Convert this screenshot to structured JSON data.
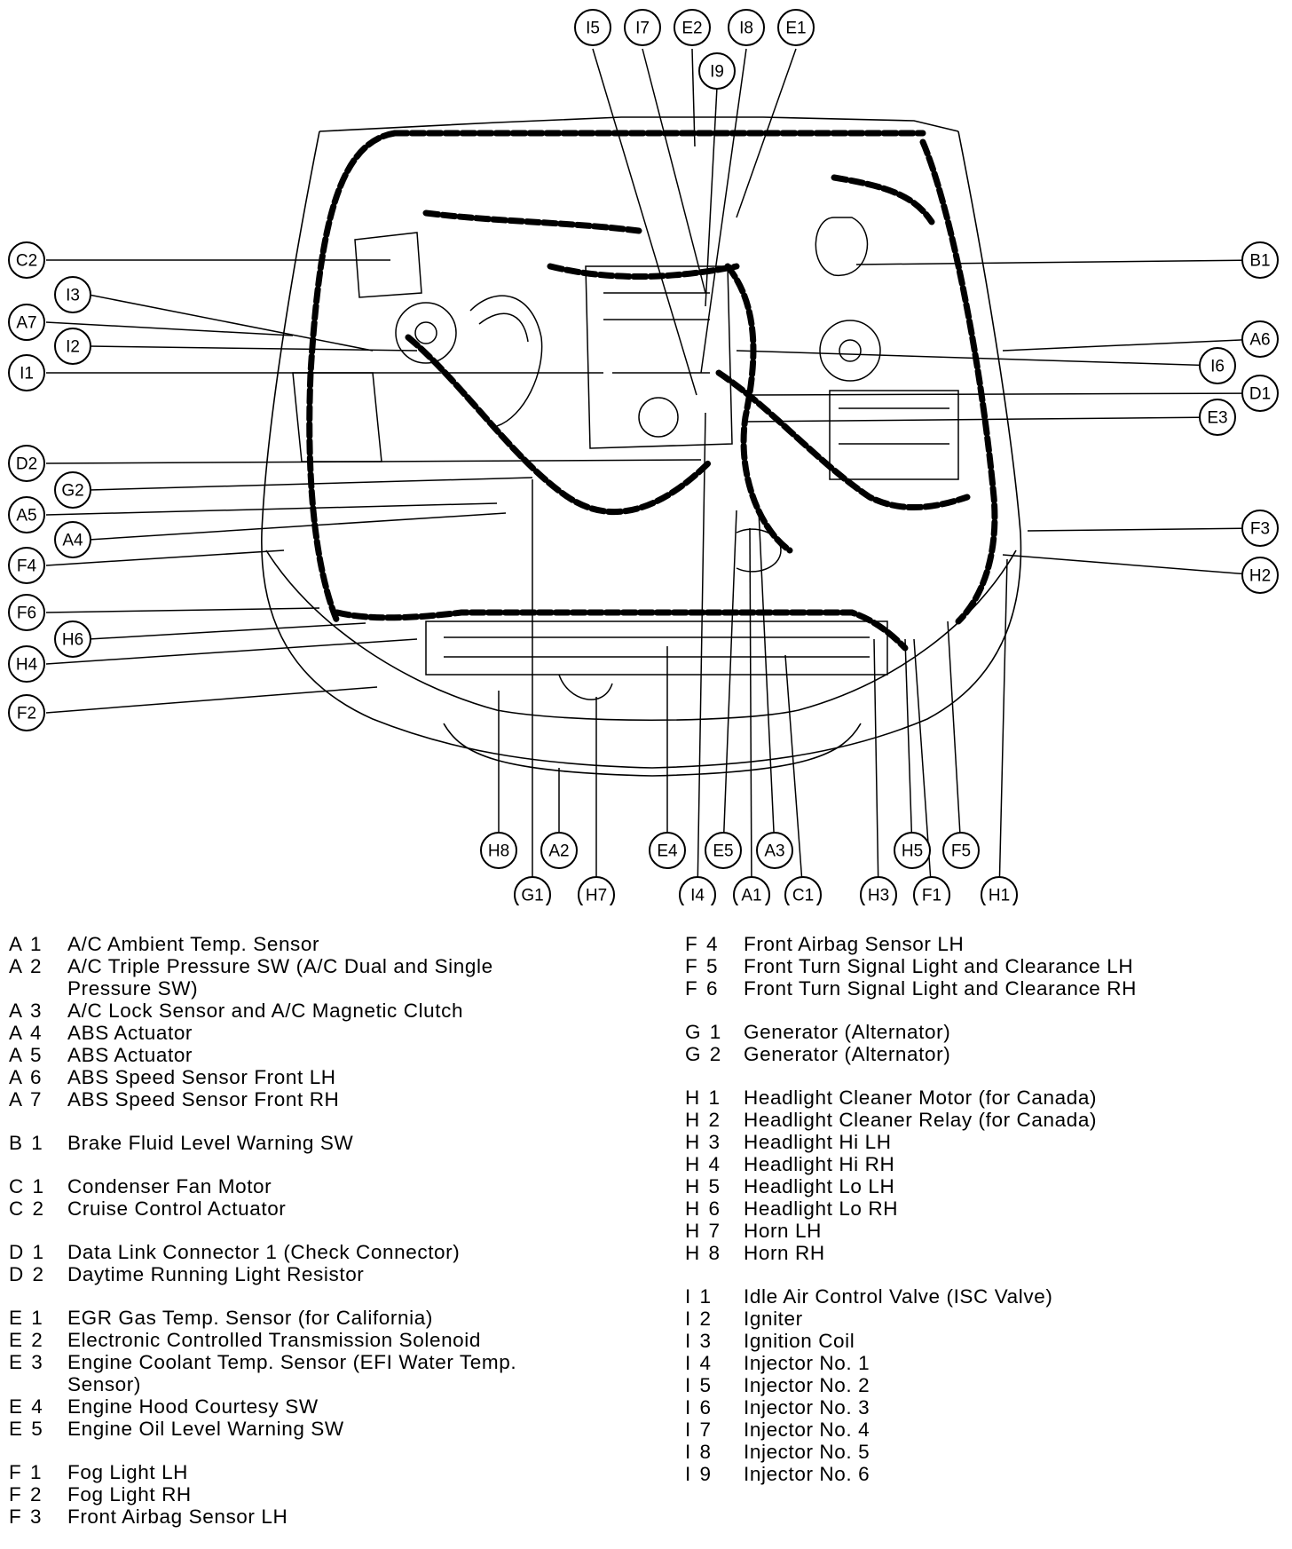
{
  "callouts": [
    {
      "id": "I5",
      "label": "I5"
    },
    {
      "id": "I7",
      "label": "I7"
    },
    {
      "id": "E2",
      "label": "E2"
    },
    {
      "id": "I8",
      "label": "I8"
    },
    {
      "id": "E1",
      "label": "E1"
    },
    {
      "id": "I9",
      "label": "I9"
    },
    {
      "id": "C2",
      "label": "C2"
    },
    {
      "id": "I3",
      "label": "I3"
    },
    {
      "id": "A7",
      "label": "A7"
    },
    {
      "id": "I2",
      "label": "I2"
    },
    {
      "id": "I1",
      "label": "I1"
    },
    {
      "id": "D2",
      "label": "D2"
    },
    {
      "id": "G2",
      "label": "G2"
    },
    {
      "id": "A5",
      "label": "A5"
    },
    {
      "id": "A4",
      "label": "A4"
    },
    {
      "id": "F4",
      "label": "F4"
    },
    {
      "id": "F6",
      "label": "F6"
    },
    {
      "id": "H6",
      "label": "H6"
    },
    {
      "id": "H4",
      "label": "H4"
    },
    {
      "id": "F2",
      "label": "F2"
    },
    {
      "id": "B1",
      "label": "B1"
    },
    {
      "id": "A6",
      "label": "A6"
    },
    {
      "id": "I6",
      "label": "I6"
    },
    {
      "id": "D1",
      "label": "D1"
    },
    {
      "id": "E3",
      "label": "E3"
    },
    {
      "id": "F3",
      "label": "F3"
    },
    {
      "id": "H2",
      "label": "H2"
    },
    {
      "id": "H8",
      "label": "H8"
    },
    {
      "id": "A2",
      "label": "A2"
    },
    {
      "id": "E4",
      "label": "E4"
    },
    {
      "id": "E5",
      "label": "E5"
    },
    {
      "id": "A3",
      "label": "A3"
    },
    {
      "id": "H5",
      "label": "H5"
    },
    {
      "id": "F5",
      "label": "F5"
    },
    {
      "id": "G1",
      "label": "G1"
    },
    {
      "id": "H7",
      "label": "H7"
    },
    {
      "id": "I4",
      "label": "I4"
    },
    {
      "id": "A1",
      "label": "A1"
    },
    {
      "id": "C1",
      "label": "C1"
    },
    {
      "id": "H3",
      "label": "H3"
    },
    {
      "id": "F1",
      "label": "F1"
    },
    {
      "id": "H1",
      "label": "H1"
    }
  ],
  "legend_left": [
    [
      {
        "code": "A 1",
        "desc": "A/C Ambient Temp. Sensor"
      },
      {
        "code": "A 2",
        "desc": "A/C Triple Pressure SW (A/C Dual and Single"
      },
      {
        "code": "",
        "desc": "Pressure SW)"
      },
      {
        "code": "A 3",
        "desc": "A/C Lock Sensor and A/C Magnetic Clutch"
      },
      {
        "code": "A 4",
        "desc": "ABS Actuator"
      },
      {
        "code": "A 5",
        "desc": "ABS Actuator"
      },
      {
        "code": "A 6",
        "desc": "ABS Speed Sensor Front LH"
      },
      {
        "code": "A 7",
        "desc": "ABS Speed Sensor Front RH"
      }
    ],
    [
      {
        "code": "B 1",
        "desc": "Brake Fluid Level Warning SW"
      }
    ],
    [
      {
        "code": "C 1",
        "desc": "Condenser Fan Motor"
      },
      {
        "code": "C 2",
        "desc": "Cruise Control Actuator"
      }
    ],
    [
      {
        "code": "D 1",
        "desc": "Data Link Connector 1 (Check Connector)"
      },
      {
        "code": "D 2",
        "desc": "Daytime Running Light Resistor"
      }
    ],
    [
      {
        "code": "E 1",
        "desc": "EGR Gas Temp. Sensor (for California)"
      },
      {
        "code": "E 2",
        "desc": "Electronic Controlled Transmission Solenoid"
      },
      {
        "code": "E 3",
        "desc": "Engine Coolant Temp. Sensor (EFI Water Temp."
      },
      {
        "code": "",
        "desc": "Sensor)"
      },
      {
        "code": "E 4",
        "desc": "Engine Hood Courtesy SW"
      },
      {
        "code": "E 5",
        "desc": "Engine Oil Level Warning SW"
      }
    ],
    [
      {
        "code": "F 1",
        "desc": "Fog Light LH"
      },
      {
        "code": "F 2",
        "desc": "Fog Light RH"
      },
      {
        "code": "F 3",
        "desc": "Front Airbag Sensor LH"
      }
    ]
  ],
  "legend_right": [
    [
      {
        "code": "F 4",
        "desc": "Front Airbag Sensor LH"
      },
      {
        "code": "F 5",
        "desc": "Front Turn Signal Light and Clearance LH"
      },
      {
        "code": "F 6",
        "desc": "Front Turn Signal Light and Clearance RH"
      }
    ],
    [
      {
        "code": "G 1",
        "desc": "Generator (Alternator)"
      },
      {
        "code": "G 2",
        "desc": "Generator (Alternator)"
      }
    ],
    [
      {
        "code": "H 1",
        "desc": "Headlight Cleaner Motor (for Canada)"
      },
      {
        "code": "H 2",
        "desc": "Headlight Cleaner Relay (for Canada)"
      },
      {
        "code": "H 3",
        "desc": "Headlight Hi LH"
      },
      {
        "code": "H 4",
        "desc": "Headlight Hi RH"
      },
      {
        "code": "H 5",
        "desc": "Headlight Lo LH"
      },
      {
        "code": "H 6",
        "desc": "Headlight Lo RH"
      },
      {
        "code": "H 7",
        "desc": "Horn LH"
      },
      {
        "code": "H 8",
        "desc": "Horn RH"
      }
    ],
    [
      {
        "code": "I 1",
        "desc": "Idle Air Control Valve (ISC Valve)"
      },
      {
        "code": "I 2",
        "desc": "Igniter"
      },
      {
        "code": "I 3",
        "desc": "Ignition Coil"
      },
      {
        "code": "I 4",
        "desc": "Injector No. 1"
      },
      {
        "code": "I 5",
        "desc": "Injector No. 2"
      },
      {
        "code": "I 6",
        "desc": "Injector No. 3"
      },
      {
        "code": "I 7",
        "desc": "Injector No. 4"
      },
      {
        "code": "I 8",
        "desc": "Injector No. 5"
      },
      {
        "code": "I 9",
        "desc": "Injector No. 6"
      }
    ]
  ]
}
